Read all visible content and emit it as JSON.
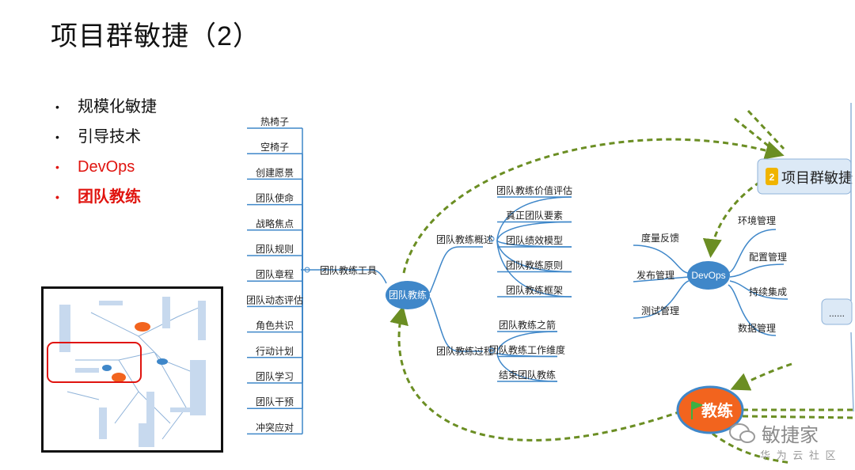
{
  "title": "项目群敏捷（2）",
  "bullets": [
    {
      "text": "规模化敏捷",
      "color": "#111111"
    },
    {
      "text": "引导技术",
      "color": "#111111"
    },
    {
      "text": "DevOps",
      "color": "#e0140f"
    },
    {
      "text": "团队教练",
      "color": "#e0140f"
    }
  ],
  "mindmap": {
    "center": "团队教练",
    "tool_branch": "团队教练工具",
    "tools": [
      "热椅子",
      "空椅子",
      "创建愿景",
      "团队使命",
      "战略焦点",
      "团队规则",
      "团队章程",
      "团队动态评估",
      "角色共识",
      "行动计划",
      "团队学习",
      "团队干预",
      "冲突应对"
    ],
    "overview_branch": "团队教练概述",
    "overview_items": [
      "团队教练价值评估",
      "真正团队要素",
      "团队绩效模型",
      "团队教练原则",
      "团队教练框架"
    ],
    "process_branch": "团队教练过程",
    "process_items": [
      "团队教练之箭",
      "团队教练工作维度",
      "结束团队教练"
    ],
    "devops": "DevOps",
    "devops_left": [
      "度量反馈",
      "发布管理",
      "测试管理"
    ],
    "devops_right": [
      "环境管理",
      "配置管理",
      "持续集成",
      "数据管理"
    ],
    "program_badge": "2",
    "program": "项目群敏捷",
    "ellipsis": "......",
    "coach": "教练"
  },
  "watermark": {
    "brand": "敏捷家",
    "sub": "华 为 云 社 区"
  },
  "colors": {
    "accent_red": "#e0140f",
    "branch_blue": "#3f87c9",
    "dashed_green": "#6b8e23",
    "coach_orange": "#f2641e"
  }
}
